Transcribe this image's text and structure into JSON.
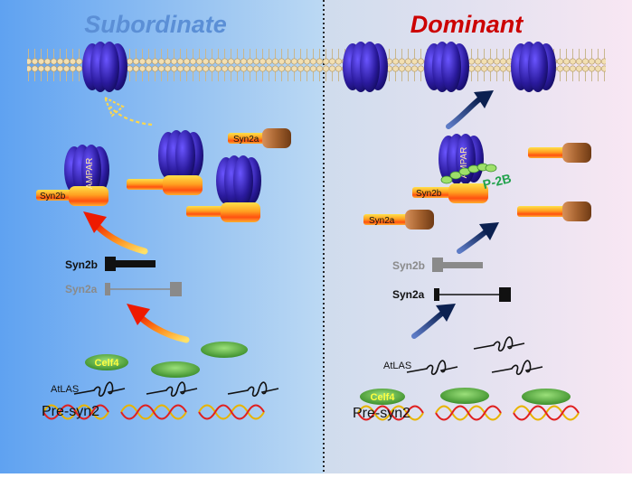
{
  "panels": {
    "left_title": "Subordinate",
    "right_title": "Dominant"
  },
  "labels": {
    "ampar": "AMPAR",
    "syn2a": "Syn2a",
    "syn2b": "Syn2b",
    "celf4": "Celf4",
    "atlas": "AtLAS",
    "pre_syn2": "Pre-syn2",
    "p2b": "P-2B"
  },
  "colors": {
    "left_bg": "#5aa0ee",
    "right_bg": "#f6e6f2",
    "receptor": "#2a1a9c",
    "title_left": "#5b8fd6",
    "title_right": "#cc0000",
    "ellipse_green": "#4fa83a",
    "p2b_green": "#1fa14a",
    "arrow_navy": "#0d2a66"
  }
}
